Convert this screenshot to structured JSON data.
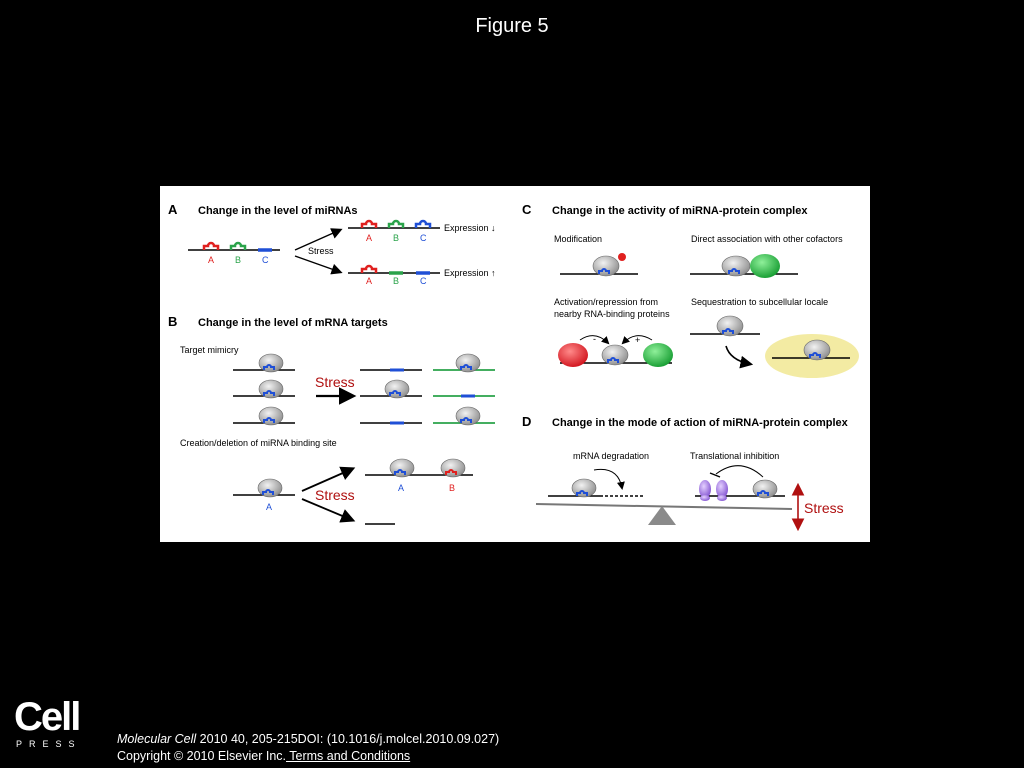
{
  "figure_title": "Figure 5",
  "panels": {
    "a": {
      "letter": "A",
      "heading": "Change in the level of miRNAs",
      "stress": "Stress",
      "labels": [
        "A",
        "B",
        "C"
      ],
      "expr_down": "Expression ↓",
      "expr_up": "Expression ↑"
    },
    "b": {
      "letter": "B",
      "heading": "Change in the level of mRNA targets",
      "target_mimicry": "Target mimicry",
      "stress": "Stress",
      "creation_deletion": "Creation/deletion of miRNA binding site",
      "label_a": "A",
      "label_b": "B"
    },
    "c": {
      "letter": "C",
      "heading": "Change in the activity of miRNA-protein complex",
      "modification": "Modification",
      "direct_association": "Direct association with other cofactors",
      "activation_line1": "Activation/repression from",
      "activation_line2": "nearby RNA-binding proteins",
      "sequestration": "Sequestration to subcellular locale",
      "minus": "-",
      "plus": "+"
    },
    "d": {
      "letter": "D",
      "heading": "Change in the mode of action of miRNA-protein complex",
      "mrna_degradation": "mRNA degradation",
      "translational_inhibition": "Translational inhibition",
      "stress": "Stress"
    }
  },
  "colors": {
    "red": "#e0201f",
    "green": "#2aa34a",
    "blue": "#1f4fd6",
    "stress": "#b01010",
    "purple": "#9a6ad8",
    "yellow": "#f3eba3",
    "grey": "#9a9a9a"
  },
  "logo": {
    "word": "Cell",
    "press": "PRESS"
  },
  "citation": {
    "journal": "Molecular Cell",
    "details": " 2010 40, 205-215DOI: (10.1016/j.molcel.2010.09.027)",
    "copyright": "Copyright © 2010 Elsevier Inc.",
    "terms": " Terms and Conditions"
  }
}
